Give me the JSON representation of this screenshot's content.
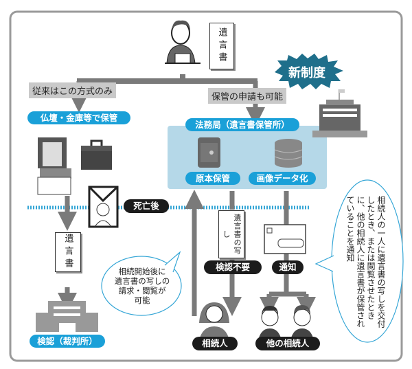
{
  "will_document": {
    "label": "遺言書"
  },
  "new_system_badge": "新制度",
  "left_branch": {
    "condition_label": "従来はこの方式のみ",
    "storage_label": "仏壇・金庫等で保管",
    "document_label": "遺言書",
    "court_label": "検認（裁判所）"
  },
  "right_branch": {
    "condition_label": "保管の申請も可能",
    "office_label": "法務局（遺言書保管所）",
    "original_storage_label": "原本保管",
    "image_data_label": "画像データ化",
    "copy_document_label": "遺言書の写し",
    "no_probate_label": "検認不要",
    "notice_label": "通知",
    "heir_label": "相続人",
    "other_heirs_label": "他の相続人"
  },
  "after_death_label": "死亡後",
  "request_bubble": {
    "lines": [
      "相続開始後に",
      "遺言書の写しの",
      "請求・閲覧が",
      "可能"
    ]
  },
  "notice_bubble": {
    "text": "相続人の一人に遺言書の写しを交付したとき、または閲覧させたときに、他の相続人に遺言書が保管されていることを通知"
  },
  "colors": {
    "accent_blue": "#1aa0d8",
    "panel_blue": "#b5d8e8",
    "badge_teal": "#1f6f8b",
    "arrow_gray": "#7a7a7a"
  }
}
